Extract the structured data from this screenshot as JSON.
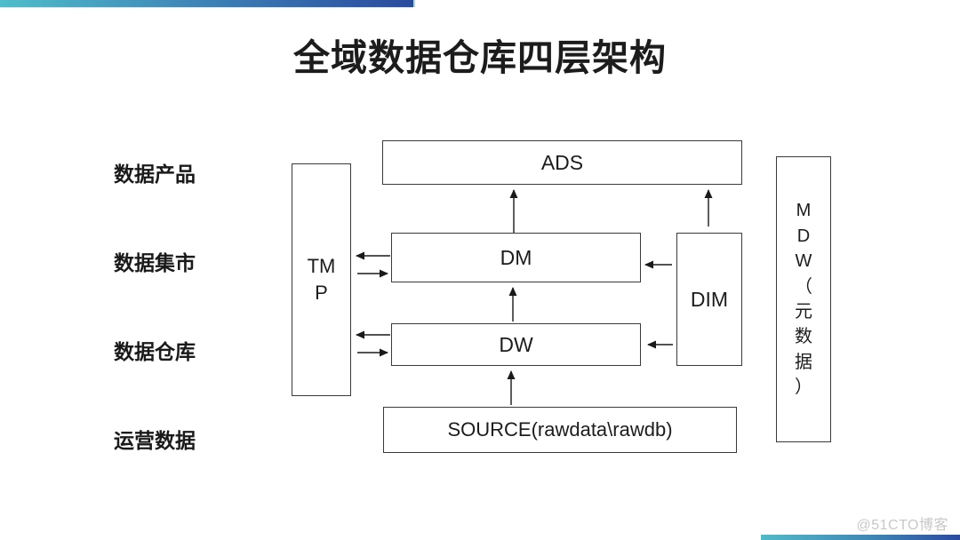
{
  "title": "全域数据仓库四层架构",
  "layer_labels": [
    {
      "label": "数据产品"
    },
    {
      "label": "数据集市"
    },
    {
      "label": "数据仓库"
    },
    {
      "label": "运营数据"
    }
  ],
  "diagram": {
    "nodes": {
      "tmp": "TM\nP",
      "ads": "ADS",
      "dm": "DM",
      "dw": "DW",
      "dim": "DIM",
      "source": "SOURCE(rawdata\\rawdb)",
      "mdw": "M\nD\nW\n（\n元\n数\n据\n）"
    },
    "edges": [
      {
        "from": "DM",
        "to": "ADS"
      },
      {
        "from": "DIM",
        "to": "ADS"
      },
      {
        "from": "DW",
        "to": "DM"
      },
      {
        "from": "SOURCE",
        "to": "DW"
      },
      {
        "from": "DM",
        "to": "TMP"
      },
      {
        "from": "TMP",
        "to": "DM"
      },
      {
        "from": "DW",
        "to": "TMP"
      },
      {
        "from": "TMP",
        "to": "DW"
      },
      {
        "from": "DIM",
        "to": "DM"
      },
      {
        "from": "DIM",
        "to": "DW"
      }
    ]
  },
  "decor": {
    "top_bar_gradient": [
      "#4fbdca",
      "#2a4a9e"
    ],
    "bottom_bar_gradient": [
      "#52bac8",
      "#2b4a9f"
    ],
    "box_border_color": "#3a3a3a",
    "arrow_color": "#1a1a1a"
  },
  "watermark": "@51CTO博客"
}
